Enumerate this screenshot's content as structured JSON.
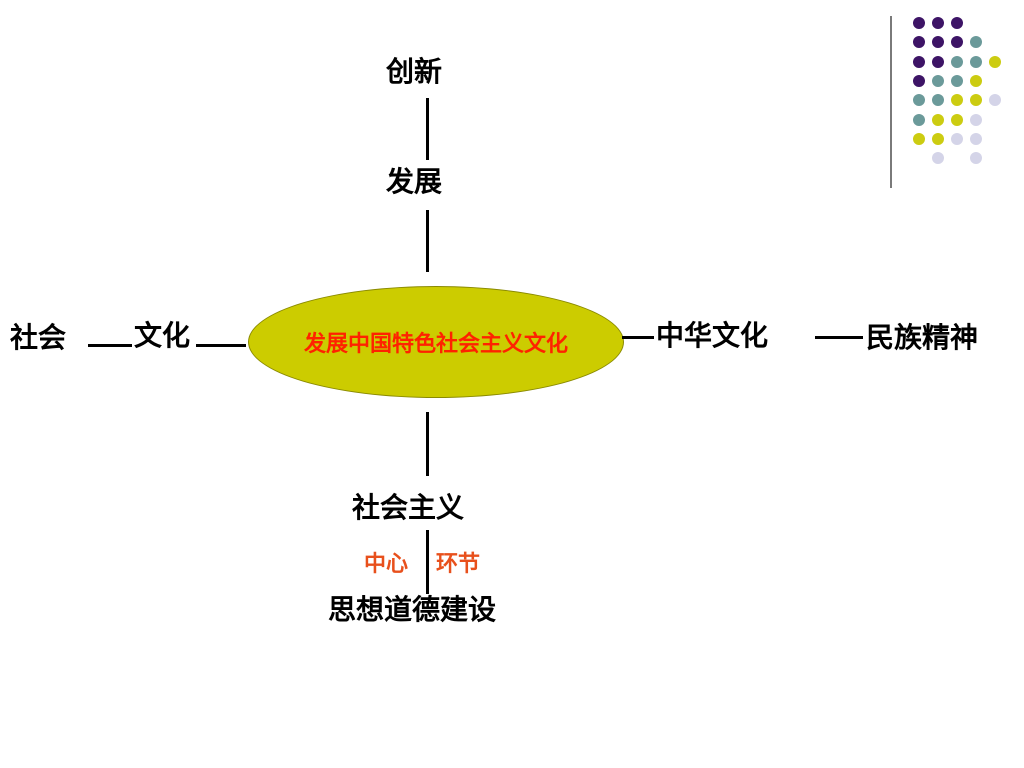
{
  "diagram": {
    "center": "发展中国特色社会主义文化",
    "top_outer": "创新",
    "top_inner": "发展",
    "left_outer": "社会",
    "left_inner": "文化",
    "right_inner": "中华文化",
    "right_outer": "民族精神",
    "bottom_inner": "社会主义",
    "bottom_outer": "思想道德建设",
    "note_left": "中心",
    "note_right": "环节"
  },
  "colors": {
    "ellipse_fill": "#cccc00",
    "center_text": "#ff2200",
    "note_text": "#e8501c"
  },
  "decoration": {
    "dot_colors": [
      "#3d1466",
      "#6b9a9a",
      "#cccc11",
      "#d4d4e8"
    ]
  }
}
